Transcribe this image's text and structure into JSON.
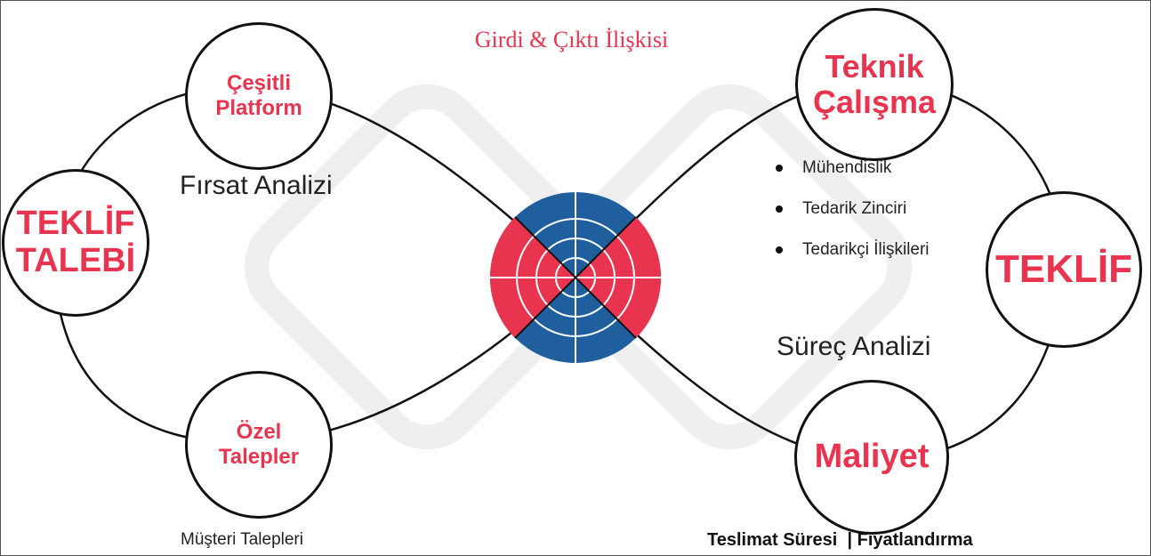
{
  "title": "Girdi & Çıktı İlişkisi",
  "colors": {
    "accent": "#e8344f",
    "hub_red": "#e8344f",
    "hub_blue": "#1f5f9e"
  },
  "nodes": {
    "cesitli_platform": "Çeşitli Platform",
    "teklif_talebi": "TEKLİF TALEBİ",
    "ozel_talepler": "Özel Talepler",
    "teknik_calisma": "Teknik Çalışma",
    "teklif": "TEKLİF",
    "maliyet": "Maliyet"
  },
  "labels": {
    "firsat_analizi": "Fırsat Analizi",
    "surec_analizi": "Süreç Analizi",
    "musteri_talepleri": "Müşteri Talepleri",
    "teslimat_fiyat": "Teslimat Süresi  | Fiyatlandırma"
  },
  "bullets": [
    "Mühendislik",
    "Tedarik Zinciri",
    "Tedarikçi İlişkileri"
  ],
  "hub": {
    "icon": "target-wheel-icon"
  }
}
